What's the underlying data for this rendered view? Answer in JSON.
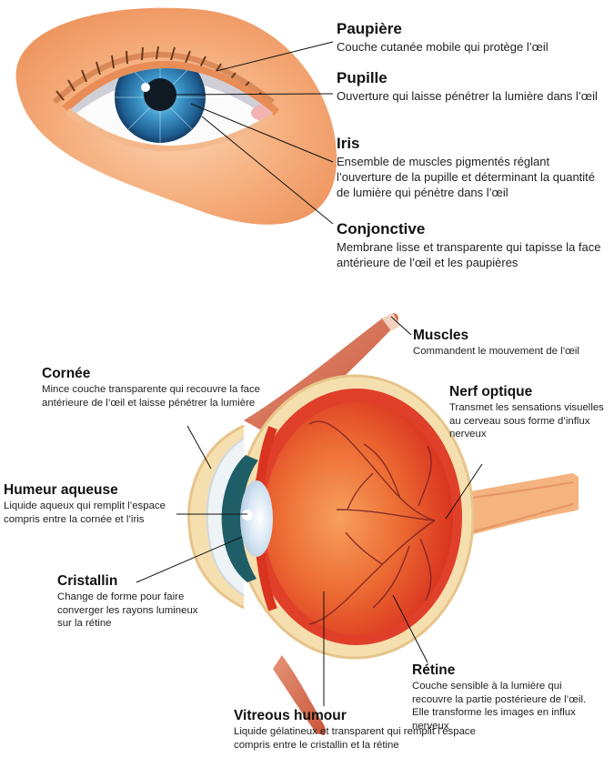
{
  "top_eye": {
    "labels": [
      {
        "title": "Paupière",
        "desc": "Couche cutanée mobile qui protège l’œil"
      },
      {
        "title": "Pupille",
        "desc": "Ouverture qui laisse pénétrer la lumière dans l’œil"
      },
      {
        "title": "Iris",
        "desc": "Ensemble de muscles pigmentés réglant l’ouverture de la pupille et déterminant la quantité de lumière qui pénètre dans l’œil"
      },
      {
        "title": "Conjonctive",
        "desc": "Membrane lisse et transparente qui tapisse la face antérieure de l’œil et les paupières"
      }
    ]
  },
  "cross_section": {
    "labels": [
      {
        "title": "Muscles",
        "desc": "Commandent le mouvement de l’œil"
      },
      {
        "title": "Cornée",
        "desc": "Mince couche transparente qui recouvre la face antérieure de l’œil et laisse pénétrer la lumière"
      },
      {
        "title": "Nerf optique",
        "desc": "Transmet les sensations visuelles au cerveau sous forme d’influx nerveux"
      },
      {
        "title": "Humeur aqueuse",
        "desc": "Liquide aqueux qui remplit l’espace compris entre la cornée et l’iris"
      },
      {
        "title": "Cristallin",
        "desc": "Change de forme pour faire converger les rayons lumineux sur la rétine"
      },
      {
        "title": "Rétine",
        "desc": "Couche sensible à la lumière qui recouvre la partie postérieure de l’œil. Elle transforme les images en influx nerveux"
      },
      {
        "title": "Vitreous humour",
        "desc": "Liquide gélatineux et transparent qui remplit l’espace compris entre le cristallin et la rétine"
      }
    ]
  },
  "colors": {
    "skin": "#f4a774",
    "iris": "#2f7fb0",
    "eyeball_red": "#e0402a",
    "sclera": "#f6dfae",
    "leader_line": "#111111"
  }
}
